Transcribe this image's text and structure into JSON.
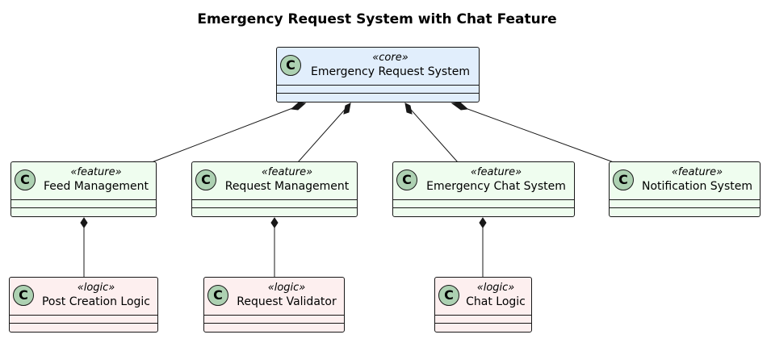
{
  "diagram": {
    "title": "Emergency Request System with Chat Feature",
    "badge_letter": "C",
    "colors": {
      "core": "#E1EEFC",
      "feature": "#EFFDEF",
      "logic": "#FDEFEF",
      "badge": "#ADD1B2",
      "line": "#181818"
    },
    "classes": {
      "core": {
        "stereotype": "«core»",
        "name": "Emergency Request System"
      },
      "feed": {
        "stereotype": "«feature»",
        "name": "Feed Management"
      },
      "request": {
        "stereotype": "«feature»",
        "name": "Request Management"
      },
      "chat": {
        "stereotype": "«feature»",
        "name": "Emergency Chat System"
      },
      "notification": {
        "stereotype": "«feature»",
        "name": "Notification System"
      },
      "post_logic": {
        "stereotype": "«logic»",
        "name": "Post Creation Logic"
      },
      "validator": {
        "stereotype": "«logic»",
        "name": "Request Validator"
      },
      "chat_logic": {
        "stereotype": "«logic»",
        "name": "Chat Logic"
      }
    },
    "relations": [
      {
        "from": "core",
        "to": "feed",
        "type": "composition"
      },
      {
        "from": "core",
        "to": "request",
        "type": "composition"
      },
      {
        "from": "core",
        "to": "chat",
        "type": "composition"
      },
      {
        "from": "core",
        "to": "notification",
        "type": "composition"
      },
      {
        "from": "feed",
        "to": "post_logic",
        "type": "composition"
      },
      {
        "from": "request",
        "to": "validator",
        "type": "composition"
      },
      {
        "from": "chat",
        "to": "chat_logic",
        "type": "composition"
      }
    ]
  }
}
